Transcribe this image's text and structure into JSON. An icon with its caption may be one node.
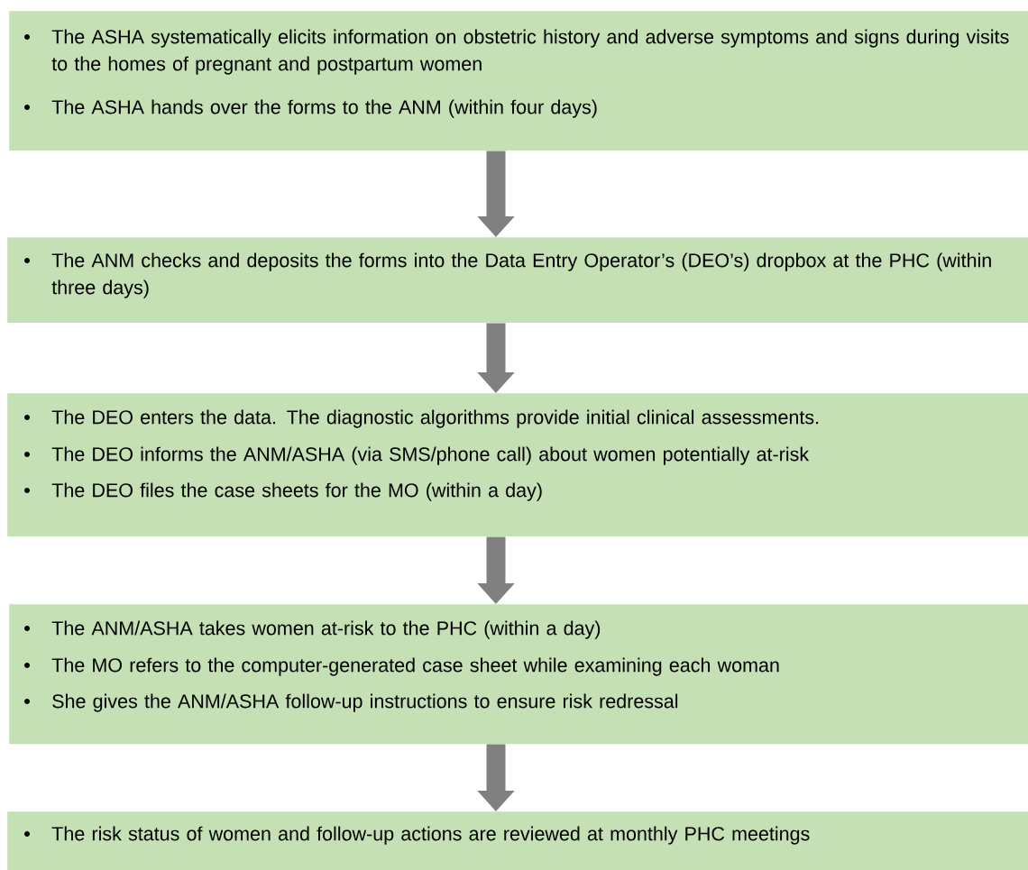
{
  "diagram": {
    "nodes": [
      {
        "text": [
          "The ASHA systematically elicits information on obstetric history and adverse symptoms and signs during visits to the homes of pregnant and postpartum women",
          "The ASHA hands over the forms to the ANM (within four days)"
        ]
      },
      {
        "text": [
          "The ANM checks and deposits the forms into the Data Entry Operator’s (DEO’s) dropbox at the PHC (within three days)"
        ]
      },
      {
        "text": [
          "The DEO enters the data. The diagnostic algorithms provide initial clinical assessments.",
          "The DEO informs the ANM/ASHA (via SMS/phone call) about women potentially at-risk",
          "The DEO files the case sheets for the MO (within a day)"
        ]
      },
      {
        "text": [
          "The ANM/ASHA takes women at-risk to the PHC (within a day)",
          "The MO refers to the computer-generated case sheet while examining each woman",
          "She gives the ANM/ASHA follow-up instructions to ensure risk redressal"
        ]
      },
      {
        "text": [
          "The risk status of women and follow-up actions are reviewed at monthly PHC meetings"
        ]
      }
    ],
    "edges": [
      {
        "from": 0,
        "to": 1,
        "arrow": "to"
      },
      {
        "from": 1,
        "to": 2,
        "arrow": "to"
      },
      {
        "from": 2,
        "to": 3,
        "arrow": "to"
      },
      {
        "from": 3,
        "to": 4,
        "arrow": "to"
      }
    ]
  }
}
